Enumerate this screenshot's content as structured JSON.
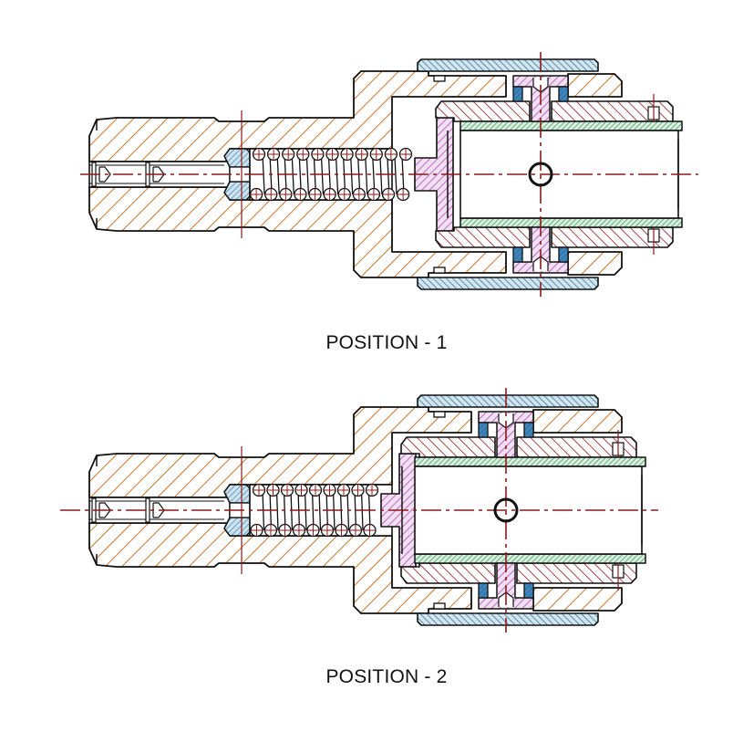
{
  "diagram": {
    "type": "mechanical-cross-section",
    "subject": "spring-loaded plunger / bushing assembly",
    "views": [
      {
        "id": "position-1",
        "caption": "POSITION - 1",
        "spring_coils": 11,
        "state": "extended"
      },
      {
        "id": "position-2",
        "caption": "POSITION - 2",
        "spring_coils": 9,
        "state": "compressed"
      }
    ],
    "parts": [
      {
        "name": "body-housing",
        "hatch_color": "#c8772f"
      },
      {
        "name": "set-screw-plug",
        "hatch_color": "#3f7fa8"
      },
      {
        "name": "compression-spring",
        "section_color": "#8b1a1a"
      },
      {
        "name": "plunger",
        "hatch_color": "#a04aa8"
      },
      {
        "name": "sleeve",
        "hatch_color": "#8b1a1a"
      },
      {
        "name": "inner-tube",
        "hatch_color": "#2e8b4a"
      },
      {
        "name": "outer-collar",
        "hatch_color": "#2f6f93"
      },
      {
        "name": "seal-ring",
        "hatch_color": "#2f6f93"
      }
    ],
    "colors": {
      "outline": "#111111",
      "centerline": "#8b1a1a",
      "body": "#c8772f",
      "plug": "#3f7fa8",
      "plunger": "#a04aa8",
      "sleeve": "#8b1a1a",
      "tube": "#2e8b4a",
      "collar": "#2f6f93"
    }
  }
}
